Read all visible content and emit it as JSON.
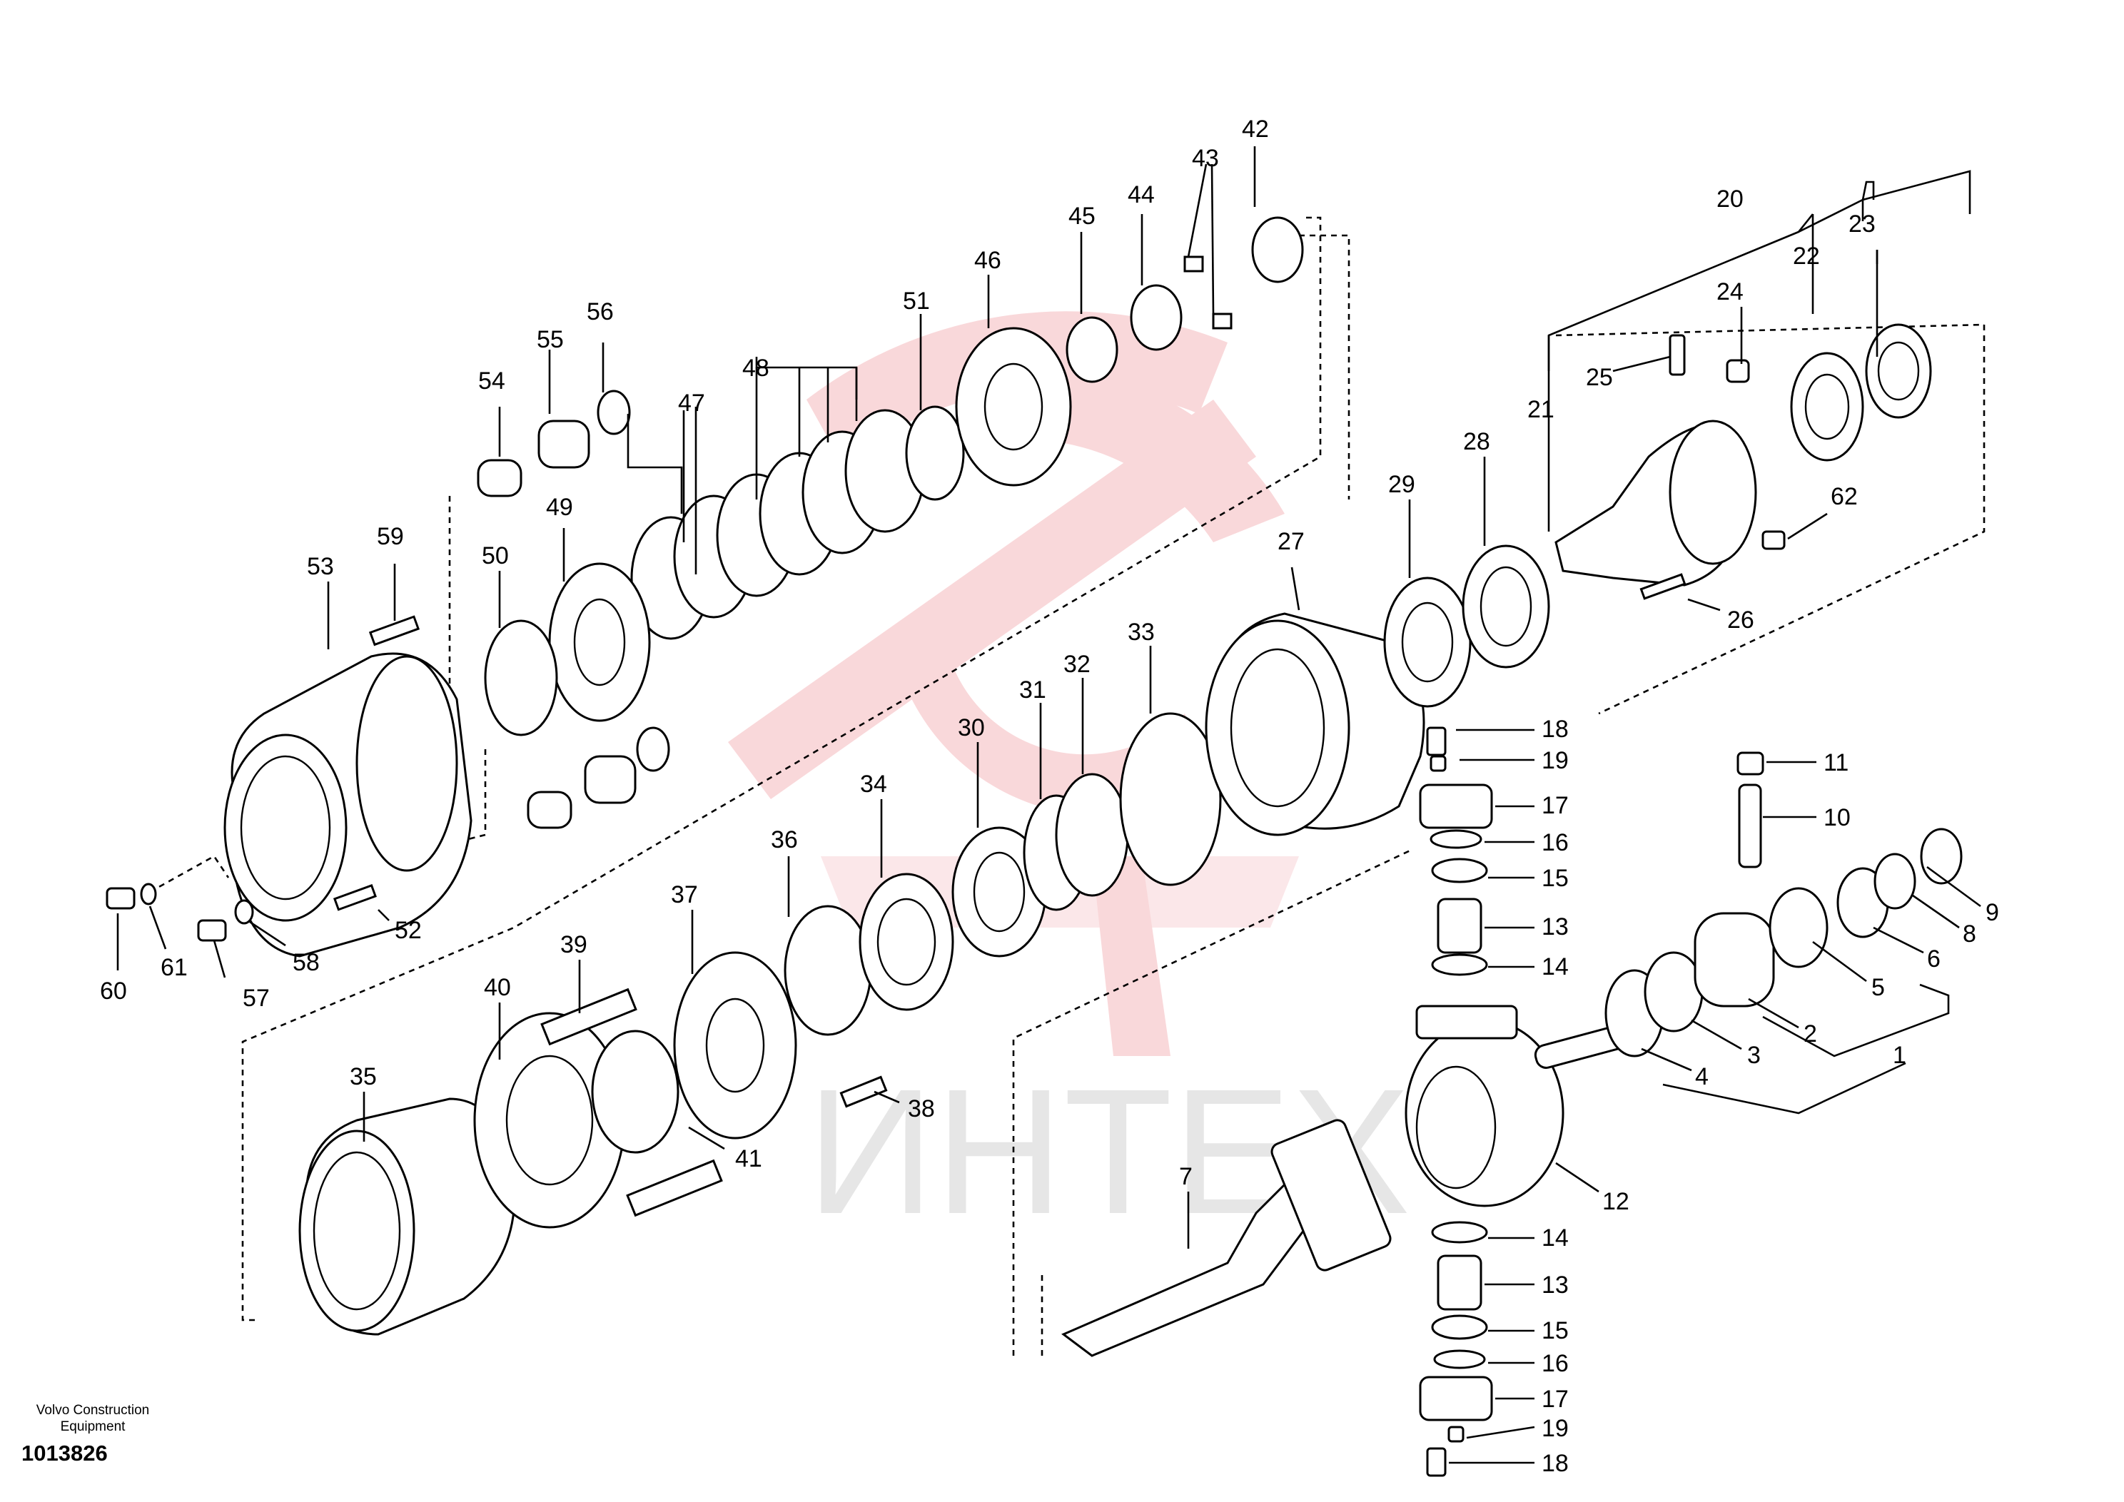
{
  "watermark": {
    "text": "ИНТЕХ",
    "color": "#f2a3a8"
  },
  "footer": {
    "brand": "Volvo Construction Equipment",
    "doc_number": "1013826"
  },
  "callouts": [
    "1",
    "2",
    "3",
    "4",
    "5",
    "6",
    "7",
    "8",
    "9",
    "10",
    "11",
    "12",
    "13",
    "14",
    "15",
    "16",
    "17",
    "18",
    "19",
    "20",
    "21",
    "22",
    "23",
    "24",
    "25",
    "26",
    "27",
    "28",
    "29",
    "30",
    "31",
    "32",
    "33",
    "34",
    "35",
    "36",
    "37",
    "38",
    "39",
    "40",
    "41",
    "42",
    "43",
    "44",
    "45",
    "46",
    "47",
    "48",
    "49",
    "50",
    "51",
    "52",
    "53",
    "54",
    "55",
    "56",
    "57",
    "58",
    "59",
    "60",
    "61",
    "62"
  ],
  "callouts_repeated": [
    "13",
    "14",
    "15",
    "16",
    "17",
    "18",
    "19"
  ]
}
